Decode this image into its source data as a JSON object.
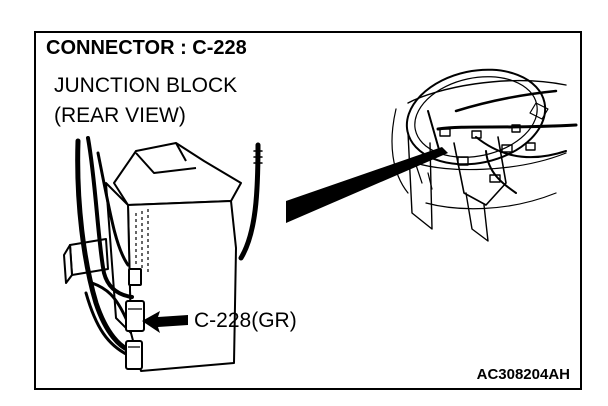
{
  "figure": {
    "title": "CONNECTOR : C-228",
    "component_line1": "JUNCTION BLOCK",
    "component_line2": "(REAR VIEW)",
    "connector_callout": "C-228(GR)",
    "figure_code": "AC308204AH"
  },
  "colors": {
    "line": "#000000",
    "background": "#ffffff"
  }
}
